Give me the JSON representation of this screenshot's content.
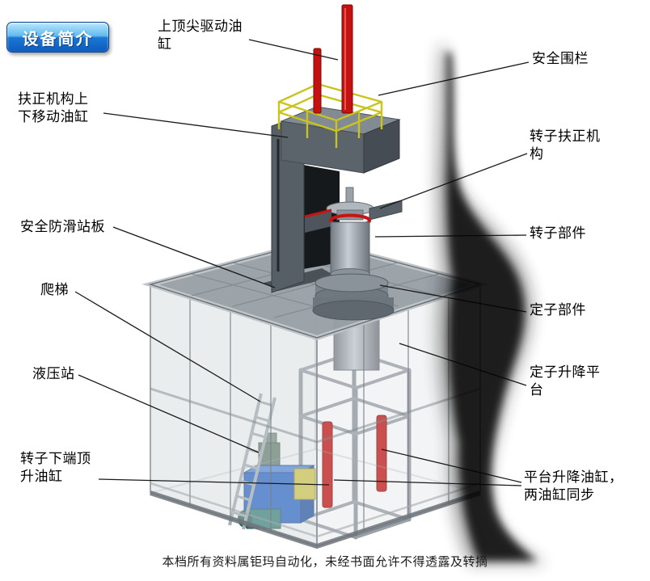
{
  "badge": {
    "label": "设备简介"
  },
  "labels": {
    "top_drive_cylinder": "上顶尖驱动油\n缸",
    "safety_fence": "安全围栏",
    "centering_lift_cylinder": "扶正机构上\n下移动油缸",
    "rotor_centering_mechanism": "转子扶正机\n构",
    "antislip_platform": "安全防滑站板",
    "rotor_component": "转子部件",
    "ladder": "爬梯",
    "stator_component": "定子部件",
    "hydraulic_station": "液压站",
    "stator_lift_platform": "定子升降平\n台",
    "rotor_bottom_jack_cylinder": "转子下端顶\n升油缸",
    "platform_lift_cylinders": "平台升降油缸，\n两油缸同步"
  },
  "footer": {
    "text": "本档所有资料属钜玛自动化，未经书面允许不得透露及转摘"
  },
  "colors": {
    "badge_blue": "#1b77d3",
    "cylinder_red": "#c51210",
    "railing_yellow": "#c9c41d",
    "hydraulic_blue": "#1d5ecb",
    "machine_gray": "#99a1a7"
  }
}
